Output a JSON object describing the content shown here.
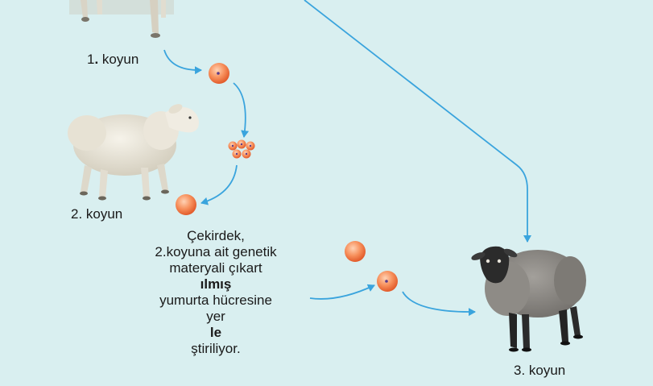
{
  "diagram": {
    "sheep_1_label": [
      "1",
      ".",
      " koyun"
    ],
    "sheep_2_label": "2. koyun",
    "sheep_3_label": "3. koyun",
    "caption_lines": [
      [
        "Çekirdek,"
      ],
      [
        "2.koyuna ait genetik"
      ],
      [
        "materyali çıkart",
        "ılmış",
        ""
      ],
      [
        "yumurta hücresine"
      ],
      [
        "yer",
        "le",
        "ştiriliyor."
      ]
    ],
    "colors": {
      "background": "#d9eff0",
      "arrow": "#3aa4dd",
      "cell_light": "#fbb58f",
      "cell_dark": "#e8602e",
      "nucleus": "#5a3a8a",
      "white_sheep": "#ece8dc",
      "dark_sheep_face": "#2b2b2b",
      "dark_sheep_wool": "#8a8784"
    },
    "icons": [
      "sheep-icon",
      "egg-cell-icon",
      "embryo-cells-icon",
      "arrow-icon"
    ]
  }
}
